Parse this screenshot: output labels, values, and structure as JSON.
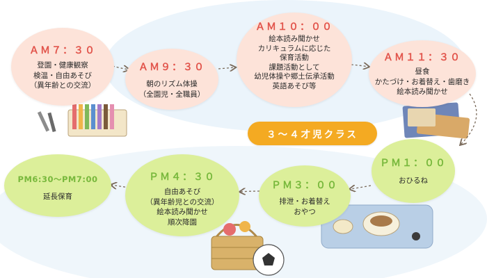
{
  "title": "３～４才児クラス",
  "colors": {
    "pink_bubble": "#fde3d9",
    "green_bubble": "#dcef9a",
    "pink_time": "#e2554c",
    "green_time": "#78b83c",
    "title_pill": "#f4aa22",
    "arrow": "#7a6a5a"
  },
  "schedule": [
    {
      "time": "ＡＭ７：３０",
      "lines": [
        "登園・健康観察",
        "検温・自由あそび",
        "（異年齢との交流）"
      ]
    },
    {
      "time": "ＡＭ９：３０",
      "lines": [
        "朝のリズム体操",
        "（全園児・全職員）"
      ]
    },
    {
      "time": "ＡＭ１０：００",
      "lines": [
        "絵本読み聞かせ",
        "カリキュラムに応じた",
        "保育活動",
        "課題活動として",
        "幼児体操や郷土伝承活動",
        "英語あそび等"
      ]
    },
    {
      "time": "ＡＭ１１：３０",
      "lines": [
        "昼食",
        "かたづけ・お着替え・歯磨き",
        "絵本読み聞かせ"
      ]
    },
    {
      "time": "ＰＭ１：００",
      "lines": [
        "おひるね"
      ]
    },
    {
      "time": "ＰＭ３：００",
      "lines": [
        "排泄・お着替え",
        "おやつ"
      ]
    },
    {
      "time": "ＰＭ４：３０",
      "lines": [
        "自由あそび",
        "（異年齢児との交流）",
        "絵本読み聞かせ",
        "順次降園"
      ]
    },
    {
      "time": "PM6:30～PM7:00",
      "lines": [
        "延長保育"
      ]
    }
  ]
}
